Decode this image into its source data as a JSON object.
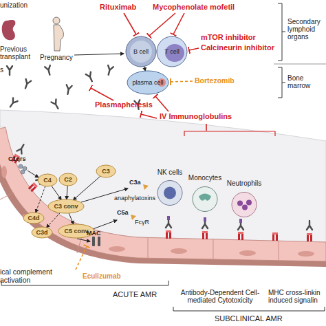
{
  "diagram": {
    "nodes": [
      {
        "text": [
          "B cell"
        ]
      },
      {
        "text": [
          "T cell"
        ]
      },
      {
        "text": [
          "plasma cell"
        ]
      },
      {
        "text": [
          "C4"
        ]
      },
      {
        "text": [
          "C2"
        ]
      },
      {
        "text": [
          "C3"
        ]
      },
      {
        "text": [
          "C3 conv"
        ]
      },
      {
        "text": [
          "C4d"
        ]
      },
      {
        "text": [
          "C3d"
        ]
      },
      {
        "text": [
          "C5 conv"
        ]
      },
      {
        "text": [
          "NK cells"
        ]
      },
      {
        "text": [
          "Monocytes"
        ]
      },
      {
        "text": [
          "Neutrophils"
        ]
      }
    ],
    "edges": [
      {
        "from": 0,
        "to": 2,
        "arrow": "to"
      },
      {
        "from": 3,
        "to": 6,
        "arrow": "to"
      },
      {
        "from": 4,
        "to": 6,
        "arrow": "to"
      },
      {
        "from": 5,
        "to": 6,
        "arrow": "to"
      },
      {
        "from": 3,
        "to": 7,
        "arrow": "to"
      },
      {
        "from": 6,
        "to": 9,
        "arrow": "to"
      },
      {
        "from": 6,
        "to": 8,
        "arrow": "to"
      }
    ],
    "labels": [
      "unization",
      "Previous transplant",
      "Pregnancy",
      "Rituximab",
      "Mycophenolate mofetil",
      "mTOR inhibitor",
      "Calcineurin inhibitor",
      "Secondary lymphoid organs",
      "Bone marrow",
      "s",
      "Bortezomib",
      "Plasmapheresis",
      "IV Immunoglobulins",
      "C1qrs",
      "C3a",
      "anaphylatoxins",
      "C5a",
      "MAC",
      "FcγR",
      "ical complement activation",
      "Eculizumab",
      "ACUTE AMR",
      "Antibody-Dependent Cell-mediated Cytotoxicity",
      "MHC cross-linkin induced signalin",
      "SUBCLINICAL AMR"
    ]
  }
}
